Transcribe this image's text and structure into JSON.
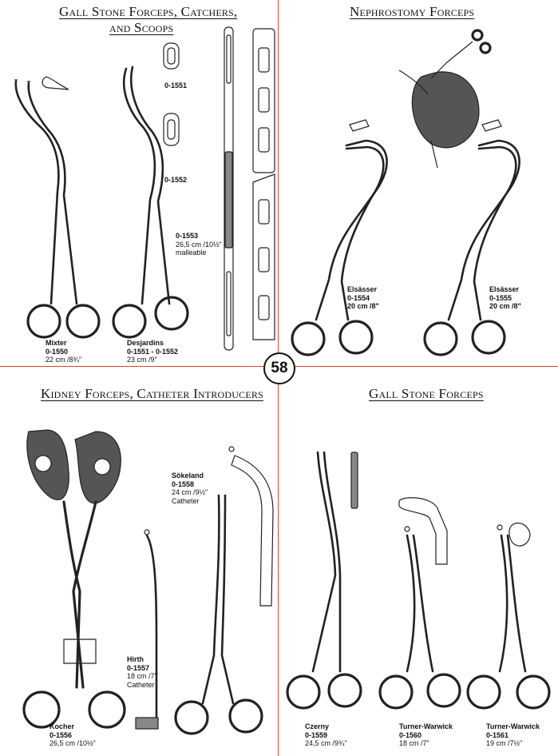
{
  "page_number": "58",
  "sections": {
    "top_left": {
      "title_line1": "Gall Stone Forceps, Catchers,",
      "title_line2": "and Scoops"
    },
    "top_right": {
      "title": "Nephrostomy Forceps"
    },
    "bottom_left": {
      "title": "Kidney Forceps, Catheter Introducers"
    },
    "bottom_right": {
      "title": "Gall Stone Forceps"
    }
  },
  "codes": {
    "scoop1": "0-1551",
    "scoop2": "0-1552"
  },
  "products": {
    "mixter": {
      "name": "Mixter",
      "code": "0-1550",
      "size": "22 cm /8¾\""
    },
    "desjardins": {
      "name": "Desjardins",
      "code": "0-1551 - 0-1552",
      "size": "23 cm /9\""
    },
    "scoop": {
      "code": "0-1553",
      "size": "26,5 cm /10½\"",
      "note": "malleable"
    },
    "elsasser1": {
      "name": "Elsässer",
      "code": "0-1554",
      "size": "20 cm /8\""
    },
    "elsasser2": {
      "name": "Elsässer",
      "code": "0-1555",
      "size": "20 cm /8\""
    },
    "sokeland": {
      "name": "Sökeland",
      "code": "0-1558",
      "size": "24 cm /9½\"",
      "note": "Catheter"
    },
    "hirth": {
      "name": "Hirth",
      "code": "0-1557",
      "size": "18 cm /7\"",
      "note": "Catheter"
    },
    "kocher": {
      "name": "Kocher",
      "code": "0-1556",
      "size": "26,5 cm /10½\""
    },
    "czerny": {
      "name": "Czerny",
      "code": "0-1559",
      "size": "24,5 cm /9¾\""
    },
    "turner1": {
      "name": "Turner-Warwick",
      "code": "0-1560",
      "size": "18 cm /7\""
    },
    "turner2": {
      "name": "Turner-Warwick",
      "code": "0-1561",
      "size": "19 cm /7½\""
    }
  },
  "colors": {
    "divider": "#d8472b",
    "text": "#111111",
    "instrument": "#222222"
  }
}
